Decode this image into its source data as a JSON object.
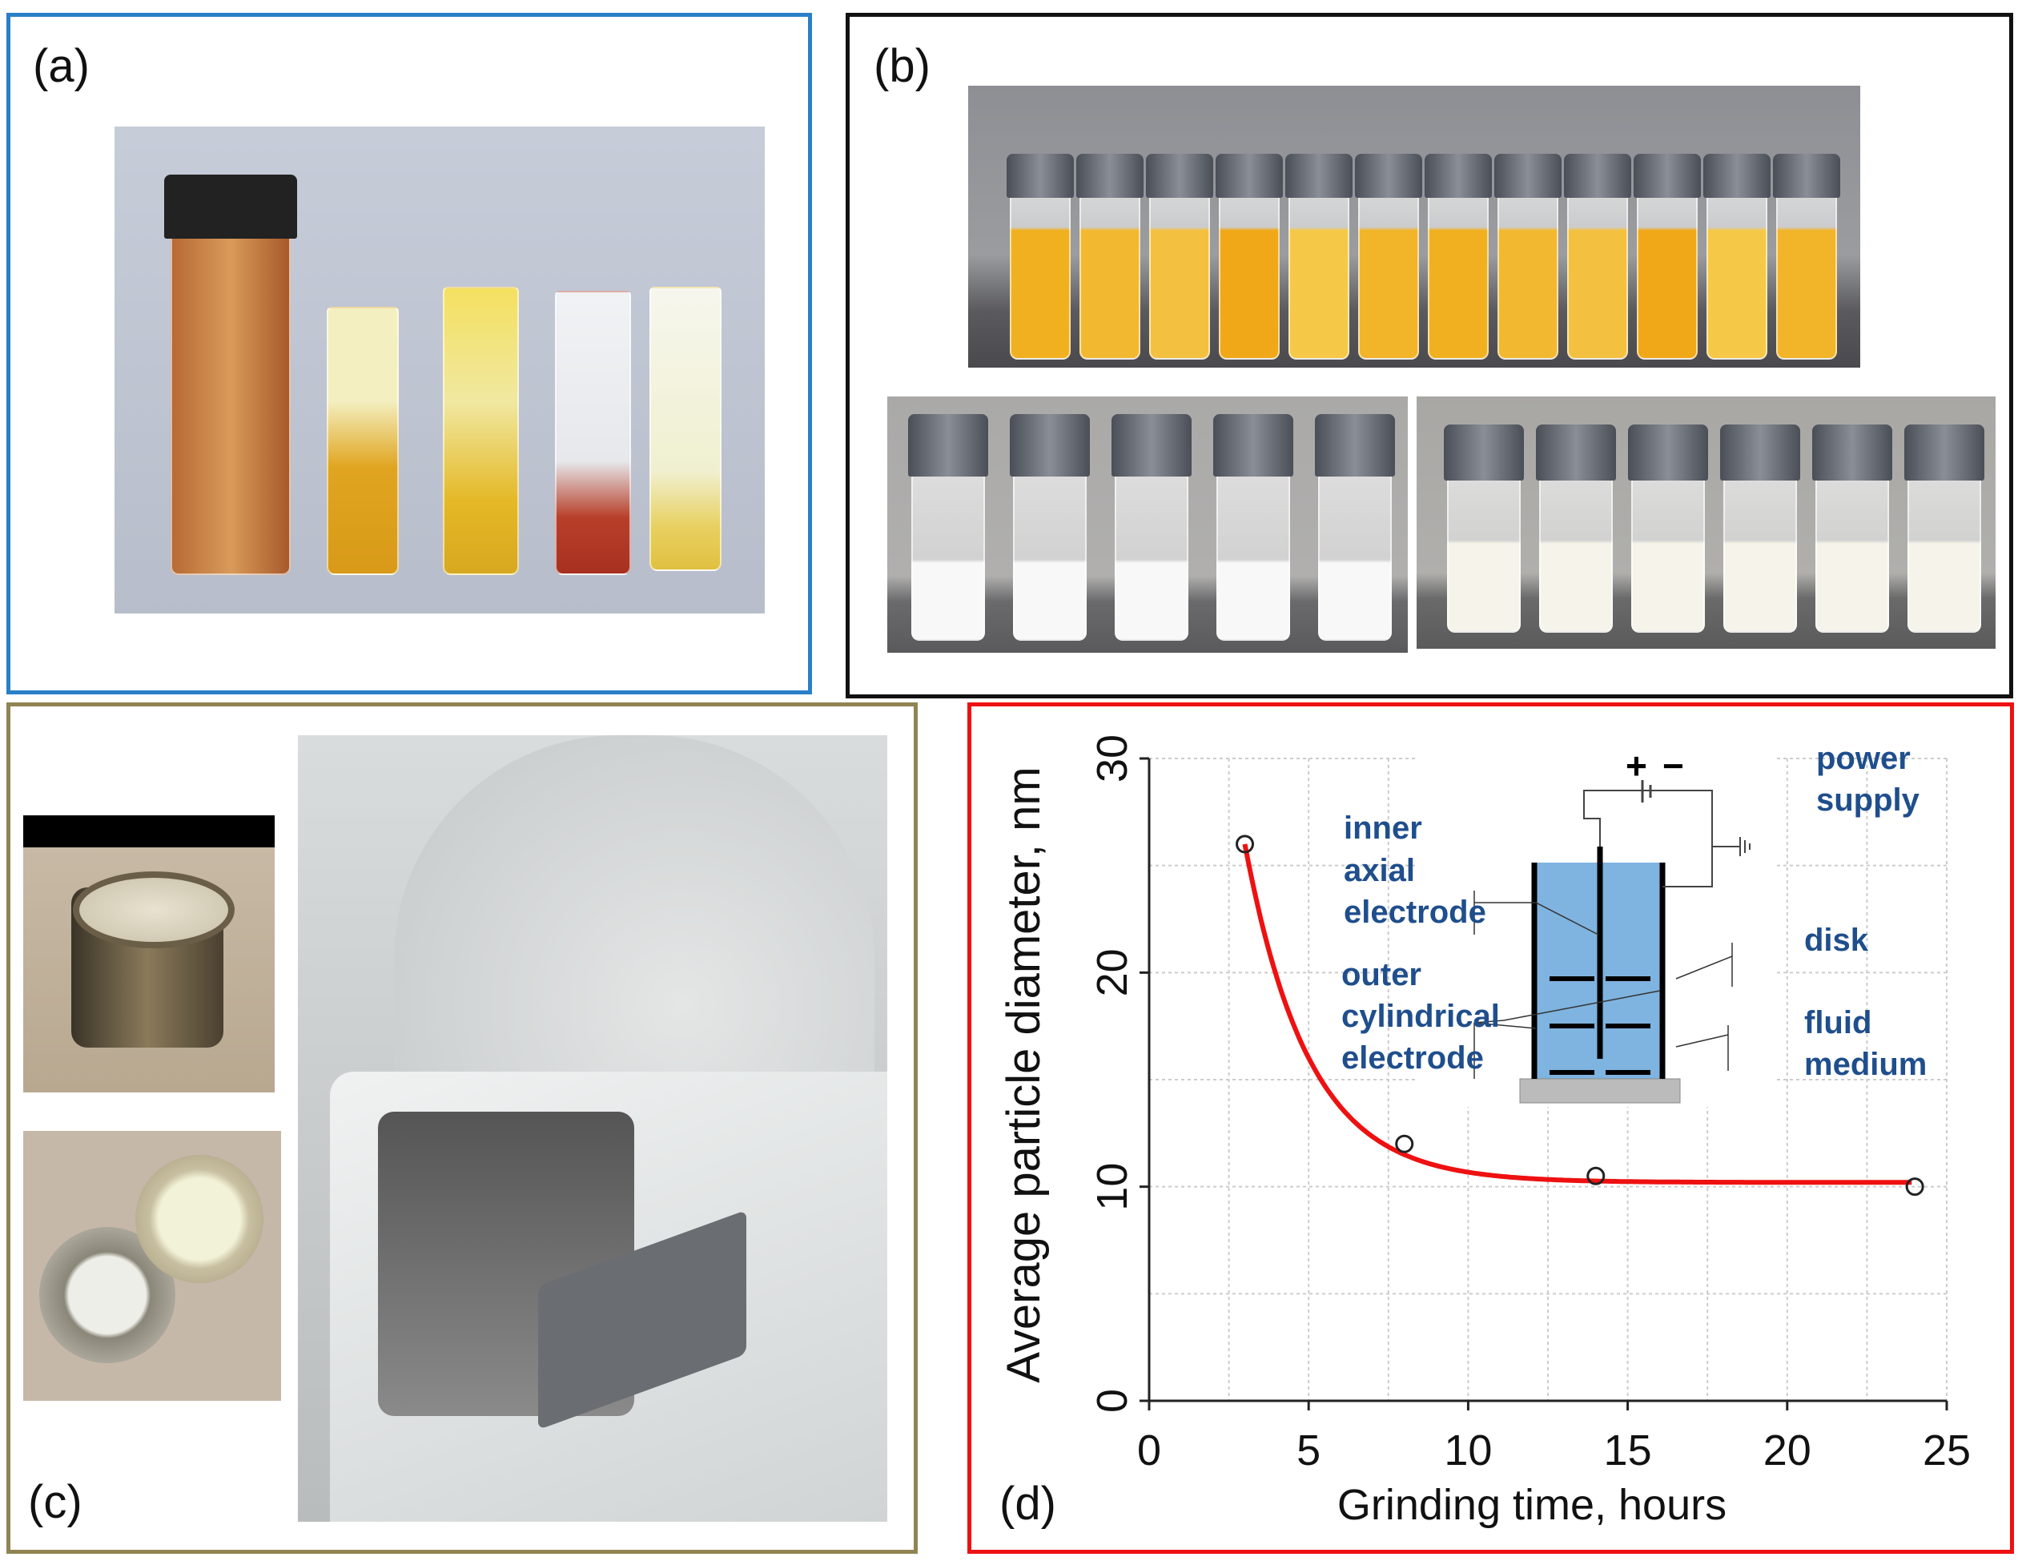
{
  "panels": {
    "a": {
      "label": "(a)",
      "border_color": "#2a7fc8"
    },
    "b": {
      "label": "(b)",
      "border_color": "#111111"
    },
    "c": {
      "label": "(c)",
      "border_color": "#8f8452"
    },
    "d": {
      "label": "(d)",
      "border_color": "#ee1111"
    }
  },
  "chart_data": {
    "type": "line",
    "title": "",
    "xlabel": "Grinding time, hours",
    "ylabel": "Average particle diameter, nm",
    "xlim": [
      0,
      25
    ],
    "ylim": [
      0,
      30
    ],
    "xticks": [
      0,
      5,
      10,
      15,
      20,
      25
    ],
    "yticks": [
      0,
      10,
      20,
      30
    ],
    "grid": true,
    "series": [
      {
        "x": [
          3,
          8,
          14,
          24
        ],
        "y": [
          26,
          12,
          10.5,
          10
        ],
        "marker": "open-circle",
        "line": "smooth-fit",
        "color": "#ee1111"
      }
    ],
    "inset": {
      "labels": {
        "plus": "+",
        "minus": "−",
        "power_supply_1": "power",
        "power_supply_2": "supply",
        "inner_1": "inner",
        "inner_2": "axial",
        "inner_3": "electrode",
        "outer_1": "outer",
        "outer_2": "cylindrical",
        "outer_3": "electrode",
        "disk": "disk",
        "fluid_1": "fluid",
        "fluid_2": "medium"
      },
      "fluid_color": "#7fb3e0",
      "label_color": "#1f4e8c"
    }
  }
}
